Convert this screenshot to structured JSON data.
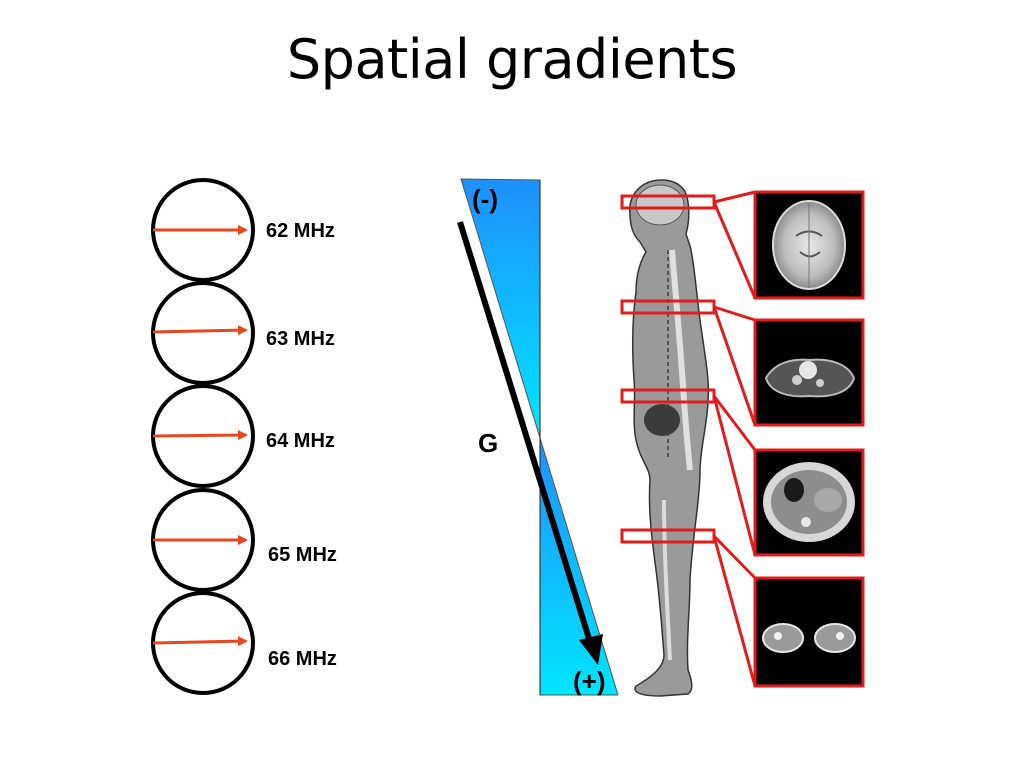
{
  "slide": {
    "title": "Spatial gradients"
  },
  "spins": [
    {
      "label": "62 MHz"
    },
    {
      "label": "63 MHz"
    },
    {
      "label": "64 MHz"
    },
    {
      "label": "65 MHz"
    },
    {
      "label": "66 MHz"
    }
  ],
  "gradient": {
    "minus_label": "(-)",
    "plus_label": "(+)",
    "g_label": "G"
  },
  "colors": {
    "arrow": "#e8461e",
    "slice_box": "#e31b1b",
    "gradient_top": "#1e90ff",
    "gradient_bottom": "#00e5ff"
  }
}
